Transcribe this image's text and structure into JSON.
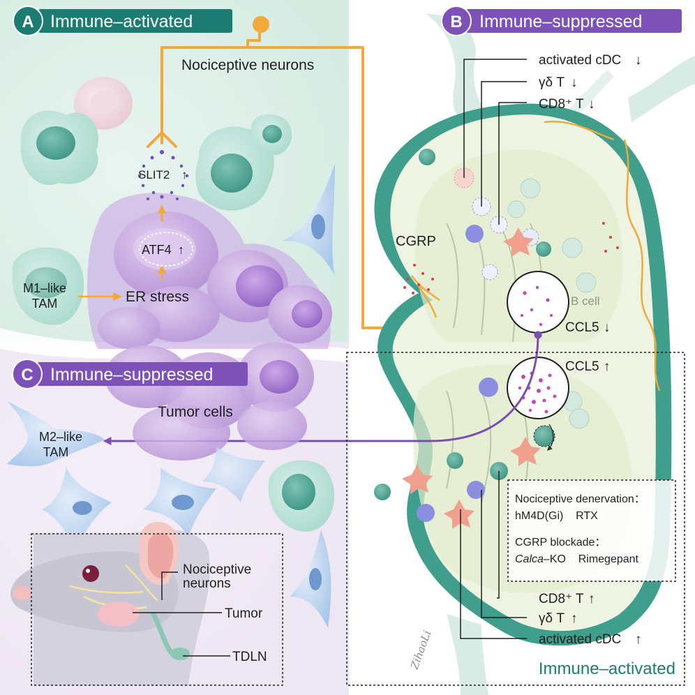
{
  "panels": {
    "a": {
      "letter": "A",
      "title": "Immune–activated",
      "color": "#1d7c71"
    },
    "b": {
      "letter": "B",
      "title": "Immune–suppressed",
      "color": "#7c52b8"
    },
    "c": {
      "letter": "C",
      "title": "Immune–suppressed",
      "color": "#7c52b8"
    },
    "bottom_right": {
      "title": "Immune–activated",
      "color": "#1d7c71"
    }
  },
  "labels": {
    "nociceptive_neurons": "Nociceptive neurons",
    "slit2": "SLIT2",
    "atf4": "ATF4",
    "er_stress": "ER stress",
    "m1_line1": "M1–like",
    "m1_line2": "TAM",
    "m2_line1": "M2–like",
    "m2_line2": "TAM",
    "tumor_cells": "Tumor cells",
    "cgrp": "CGRP",
    "b_cell": "B cell",
    "ccl5_down": "CCL5",
    "ccl5_up": "CCL5",
    "mouse_nociceptive_line1": "Nociceptive",
    "mouse_nociceptive_line2": "neurons",
    "mouse_tumor": "Tumor",
    "mouse_tdln": "TDLN",
    "signature": "ZihaoLi"
  },
  "suppressed_list": [
    {
      "label": "activated cDC",
      "arrow": "down"
    },
    {
      "label": "γδ T",
      "arrow": "down"
    },
    {
      "label": "CD8⁺ T",
      "arrow": "down"
    }
  ],
  "activated_list": [
    {
      "label": "CD8⁺ T",
      "arrow": "up"
    },
    {
      "label": "γδ T",
      "arrow": "up"
    },
    {
      "label": "activated cDC",
      "arrow": "up"
    }
  ],
  "interventions": {
    "denervation_title": "Nociceptive denervation：",
    "denervation_items": "hM4D(Gi)    RTX",
    "cgrp_title": "CGRP blockade：",
    "cgrp_item_italic": "Calca",
    "cgrp_item_rest": "–KO    Rimegepant"
  },
  "colors": {
    "teal": "#1d7c71",
    "purple": "#7c52b8",
    "neuron_orange": "#f1a93c",
    "ln_fill": "#eef3e2",
    "ln_capsule": "#3f9e8c"
  }
}
